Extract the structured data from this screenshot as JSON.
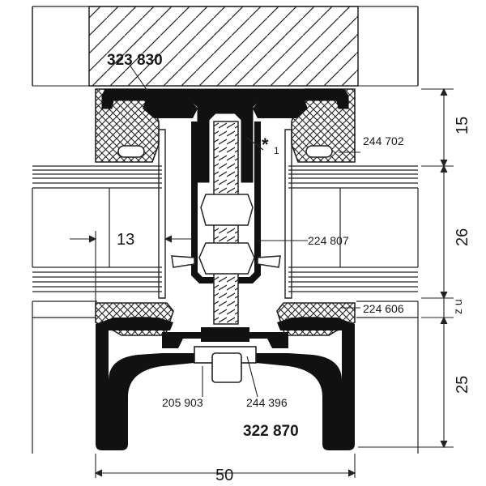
{
  "part_numbers": {
    "top_profile": "323 830",
    "bottom_profile": "322 870",
    "gasket_upper_right": "244 702",
    "screw_insert": "224 807",
    "gasket_lower_right": "224 606",
    "clip_left": "205 903",
    "clip_right": "244 396"
  },
  "dimensions": {
    "width": "50",
    "height_top": "15",
    "height_middle": "26",
    "height_bottom": "25",
    "offset_left": "13",
    "small_gap": "z u"
  },
  "annotations": {
    "asterisk_note": "*",
    "asterisk_index": "1"
  }
}
